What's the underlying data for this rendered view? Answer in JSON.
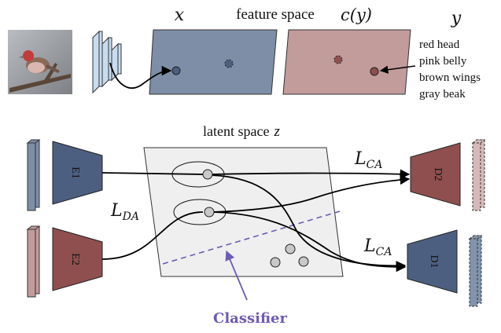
{
  "feature_space": {
    "title": "feature space",
    "x_symbol": "x",
    "cy_symbol": "c(y)",
    "y_symbol": "y",
    "attributes": [
      "red head",
      "pink belly",
      "brown wings",
      "gray beak"
    ]
  },
  "latent_space": {
    "title_prefix": "latent space",
    "title_symbol": "z"
  },
  "losses": {
    "da": {
      "base": "L",
      "sub": "DA"
    },
    "ca_top": {
      "base": "L",
      "sub": "CA"
    },
    "ca_bottom": {
      "base": "L",
      "sub": "CA"
    }
  },
  "modules": {
    "e1": "E1",
    "e2": "E2",
    "d1": "D1",
    "d2": "D2"
  },
  "classifier_label": "Classifier",
  "colors": {
    "blue_panel": "#7d8ea6",
    "pink_panel": "#c29b9b",
    "encoder_blue": "#4d5f80",
    "encoder_red": "#8f4f4f",
    "classifier": "#6e5bb5",
    "latent_bg": "#efefef",
    "dot_gray": "#c8c8c8"
  },
  "icons": [
    "bird-photo",
    "cnn-feature-extractor-icon"
  ]
}
